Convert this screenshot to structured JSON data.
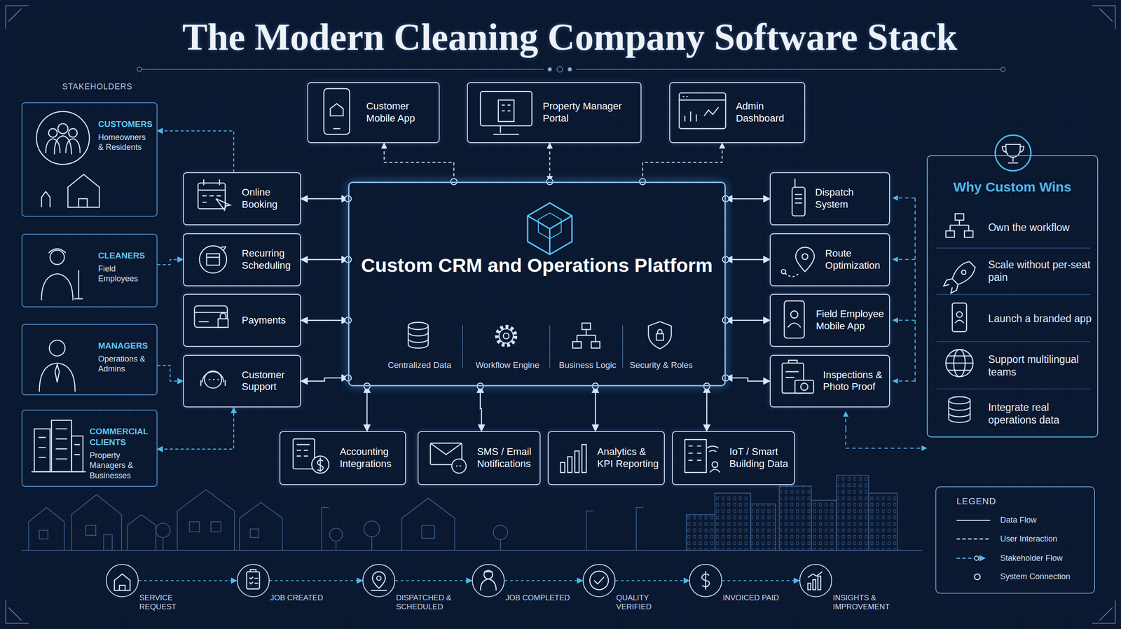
{
  "diagram": {
    "title": "The Modern Cleaning Company Software Stack",
    "nodes": [
      {
        "text": [
          "CUSTOMERS",
          "Homeowners & Residents"
        ]
      },
      {
        "text": [
          "CLEANERS",
          "Field Employees"
        ]
      },
      {
        "text": [
          "MANAGERS",
          "Operations & Admins"
        ]
      },
      {
        "text": [
          "COMMERCIAL CLIENTS",
          "Property Managers & Businesses"
        ]
      },
      {
        "text": [
          "Customer Mobile App"
        ]
      },
      {
        "text": [
          "Property Manager Portal"
        ]
      },
      {
        "text": [
          "Admin Dashboard"
        ]
      },
      {
        "text": [
          "Online Booking"
        ]
      },
      {
        "text": [
          "Recurring Scheduling"
        ]
      },
      {
        "text": [
          "Payments"
        ]
      },
      {
        "text": [
          "Customer Support"
        ]
      },
      {
        "text": [
          "Custom CRM and Operations Platform"
        ]
      },
      {
        "text": [
          "Centralized Data"
        ],
        "in": 11
      },
      {
        "text": [
          "Workflow Engine"
        ],
        "in": 11
      },
      {
        "text": [
          "Business Logic"
        ],
        "in": 11
      },
      {
        "text": [
          "Security & Roles"
        ],
        "in": 11
      },
      {
        "text": [
          "Dispatch System"
        ]
      },
      {
        "text": [
          "Route Optimization"
        ]
      },
      {
        "text": [
          "Field Employee Mobile App"
        ]
      },
      {
        "text": [
          "Inspections & Photo Proof"
        ]
      },
      {
        "text": [
          "Accounting Integrations"
        ]
      },
      {
        "text": [
          "SMS / Email Notifications"
        ]
      },
      {
        "text": [
          "Analytics & KPI Reporting"
        ]
      },
      {
        "text": [
          "IoT / Smart Building Data"
        ]
      },
      {
        "text": [
          "Why Custom Wins"
        ]
      },
      {
        "text": [
          "Own the workflow"
        ],
        "in": 24
      },
      {
        "text": [
          "Scale without per-seat pain"
        ],
        "in": 24
      },
      {
        "text": [
          "Launch a branded app"
        ],
        "in": 24
      },
      {
        "text": [
          "Support multilingual teams"
        ],
        "in": 24
      },
      {
        "text": [
          "Integrate real operations data"
        ],
        "in": 24
      },
      {
        "text": [
          "SERVICE REQUEST"
        ]
      },
      {
        "text": [
          "JOB CREATED"
        ]
      },
      {
        "text": [
          "DISPATCHED & SCHEDULED"
        ]
      },
      {
        "text": [
          "JOB COMPLETED"
        ]
      },
      {
        "text": [
          "QUALITY VERIFIED"
        ]
      },
      {
        "text": [
          "INVOICED PAID"
        ]
      },
      {
        "text": [
          "INSIGHTS & IMPROVEMENT"
        ]
      }
    ],
    "edges": [
      {
        "from": 11,
        "to": 4,
        "arrow": "to"
      },
      {
        "from": 11,
        "to": 5,
        "arrow": "both"
      },
      {
        "from": 11,
        "to": 6,
        "arrow": "to"
      },
      {
        "from": 7,
        "to": 11,
        "arrow": "both"
      },
      {
        "from": 8,
        "to": 11,
        "arrow": "both"
      },
      {
        "from": 9,
        "to": 11,
        "arrow": "both"
      },
      {
        "from": 10,
        "to": 11,
        "arrow": "both"
      },
      {
        "from": 11,
        "to": 16,
        "arrow": "both"
      },
      {
        "from": 11,
        "to": 17,
        "arrow": "both"
      },
      {
        "from": 11,
        "to": 18,
        "arrow": "both"
      },
      {
        "from": 11,
        "to": 19,
        "arrow": "both"
      },
      {
        "from": 11,
        "to": 20,
        "arrow": "both"
      },
      {
        "from": 11,
        "to": 21,
        "arrow": "both"
      },
      {
        "from": 11,
        "to": 22,
        "arrow": "both"
      },
      {
        "from": 11,
        "to": 23,
        "arrow": "both"
      },
      {
        "from": 7,
        "to": 0,
        "arrow": "to"
      },
      {
        "from": 1,
        "to": 8,
        "arrow": "to"
      },
      {
        "from": 2,
        "to": 10,
        "arrow": "to"
      },
      {
        "from": 10,
        "to": 3,
        "arrow": "both"
      },
      {
        "from": 30,
        "to": 31,
        "arrow": "to"
      },
      {
        "from": 31,
        "to": 32,
        "arrow": "to"
      },
      {
        "from": 32,
        "to": 33,
        "arrow": "to"
      },
      {
        "from": 33,
        "to": 34,
        "arrow": "to"
      },
      {
        "from": 34,
        "to": 35,
        "arrow": "to"
      },
      {
        "from": 35,
        "to": 36,
        "arrow": "to"
      }
    ],
    "labels": [
      "STAKEHOLDERS",
      "LEGEND"
    ],
    "legend": [
      {
        "text": "Data Flow"
      },
      {
        "text": "User Interaction"
      },
      {
        "text": "Stakeholder Flow"
      },
      {
        "text": "System Connection"
      }
    ]
  }
}
